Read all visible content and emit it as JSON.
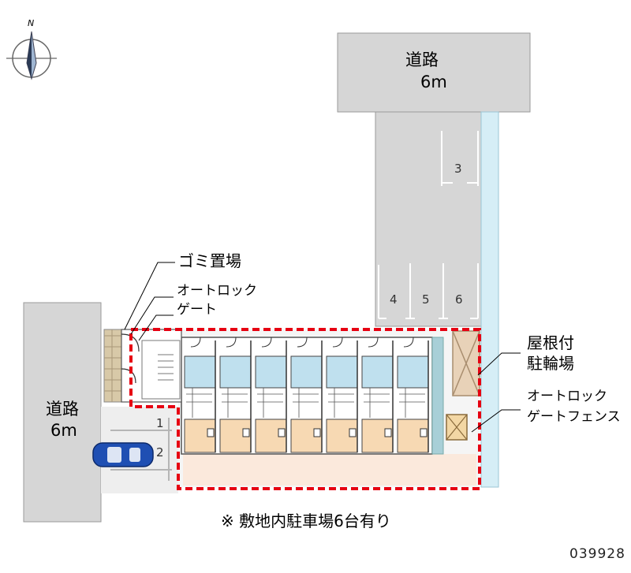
{
  "compass": {
    "north_label": "N",
    "icon": "compass-rose-icon"
  },
  "roads": {
    "north": {
      "name": "道路",
      "width": "6m"
    },
    "west": {
      "name": "道路",
      "width": "6m"
    }
  },
  "labels": {
    "garbage": "ゴミ置場",
    "autolock_gate_line1": "オートロック",
    "autolock_gate_line2": "ゲート",
    "bike_line1": "屋根付",
    "bike_line2": "駐輪場",
    "fence_line1": "オートロック",
    "fence_line2": "ゲートフェンス"
  },
  "parking_spaces": [
    "1",
    "2",
    "3",
    "4",
    "5",
    "6"
  ],
  "note": "※ 敷地内駐車場6台有り",
  "property_code": "039928",
  "colors": {
    "road": "#d6d6d6",
    "road_border": "#9a9a9a",
    "water": "#d6eef6",
    "unit_floor": "#f7d9b3",
    "bath": "#bfe0ee",
    "site_boundary": "#e60012",
    "car": "#1f4fb3"
  }
}
